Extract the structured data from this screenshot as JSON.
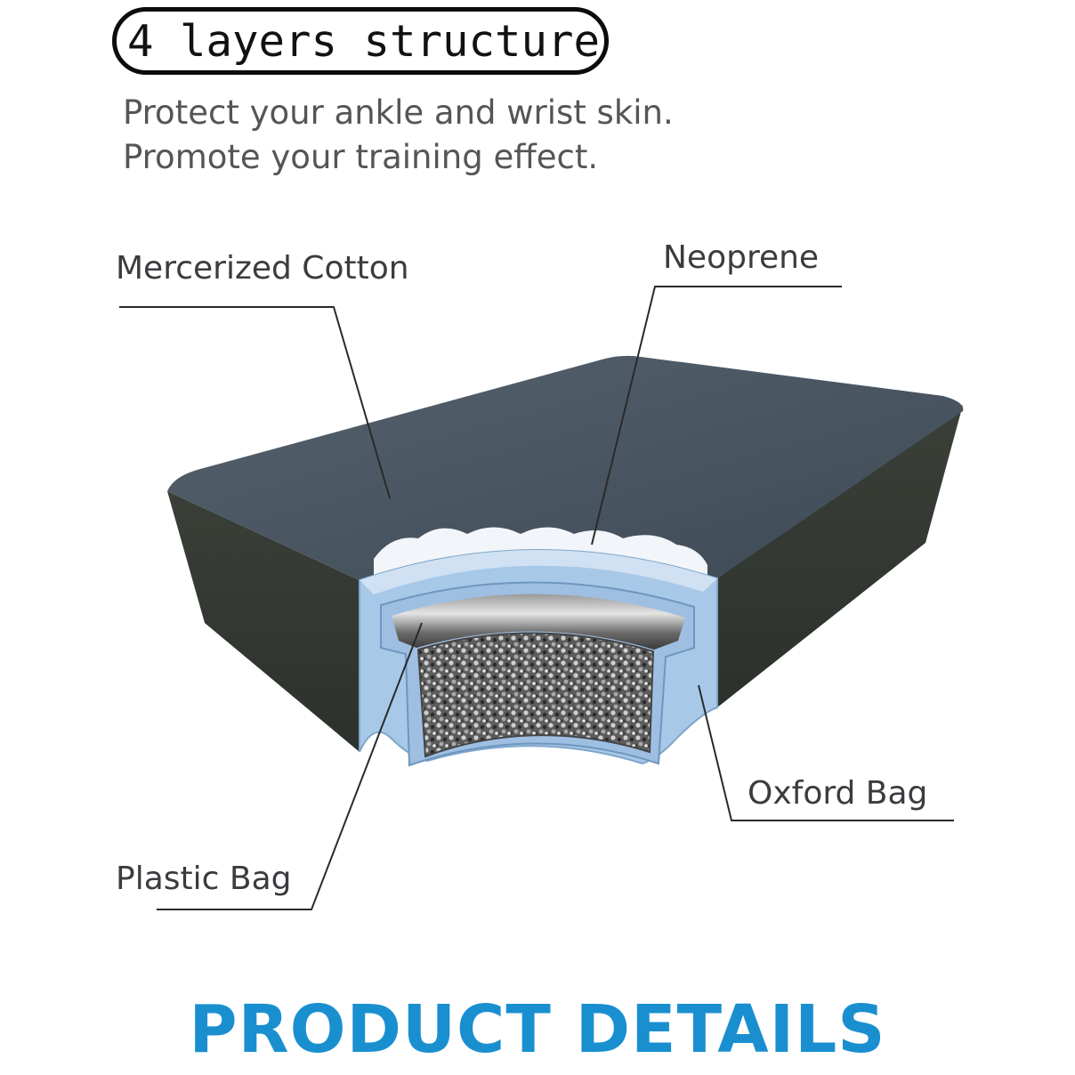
{
  "header": {
    "badge": "4 layers structure",
    "subtitle_line1": "Protect your ankle and wrist skin.",
    "subtitle_line2": "Promote your training effect."
  },
  "layers": {
    "mercerized_cotton": "Mercerized Cotton",
    "neoprene": "Neoprene",
    "oxford_bag": "Oxford Bag",
    "plastic_bag": "Plastic Bag"
  },
  "footer": {
    "title": "PRODUCT DETAILS"
  },
  "colors": {
    "cover_top": "#4a5661",
    "cover_side": "#363b36",
    "neoprene": "#a8c8e8",
    "footer_accent": "#1a8fd0"
  }
}
